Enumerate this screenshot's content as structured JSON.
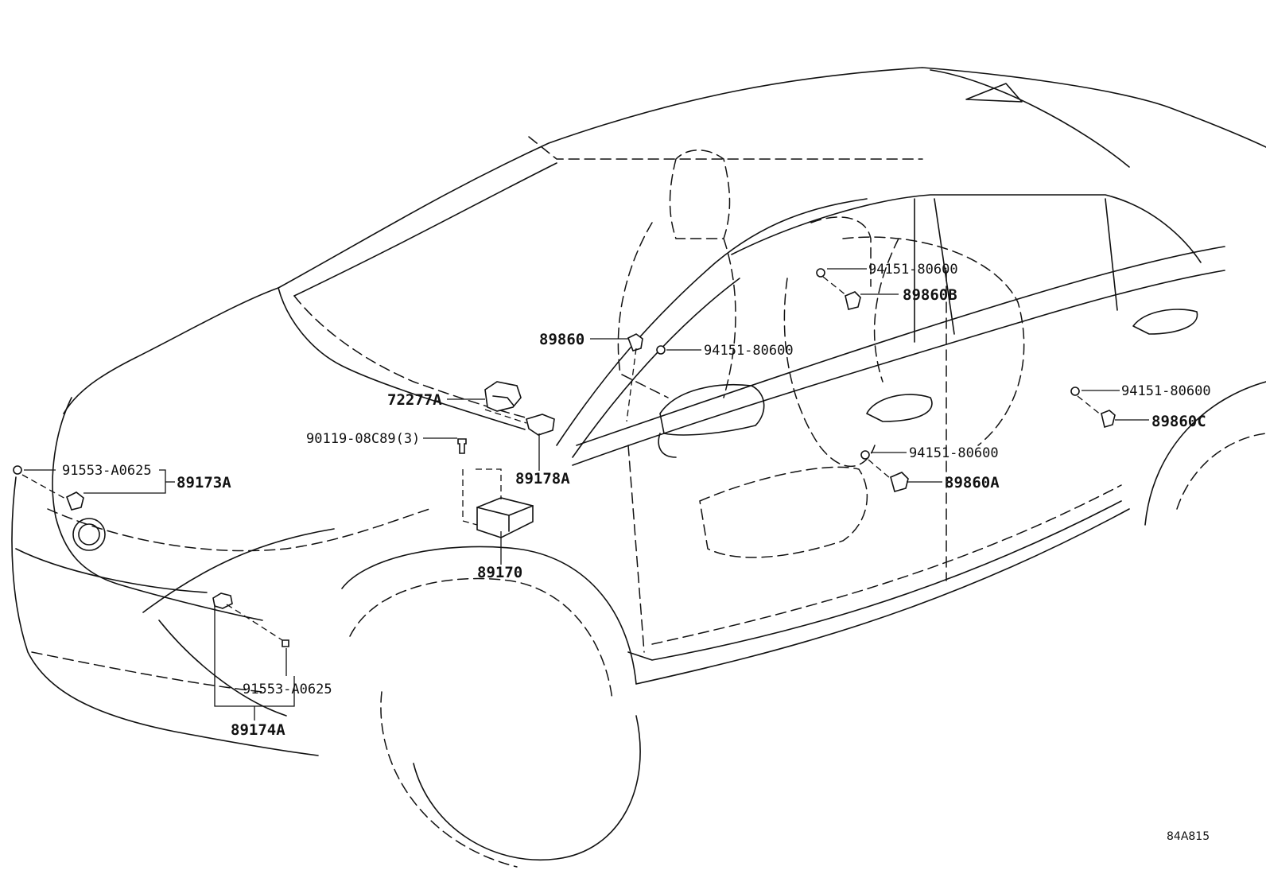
{
  "diagram_code": "84A815",
  "labels": {
    "p94151_top": "94151-80600",
    "p89860B": "89860B",
    "p89860": "89860",
    "p94151_mid": "94151-80600",
    "p72277A": "72277A",
    "p94151_right": "94151-80600",
    "p89860C": "89860C",
    "p90119": "90119-08C89(3)",
    "p94151_low": "94151-80600",
    "p89178A": "89178A",
    "p89860A": "89860A",
    "p91553_left": "91553-A0625",
    "p89173A": "89173A",
    "p89170": "89170",
    "p91553_low": "91553-A0625",
    "p89174A": "89174A"
  }
}
